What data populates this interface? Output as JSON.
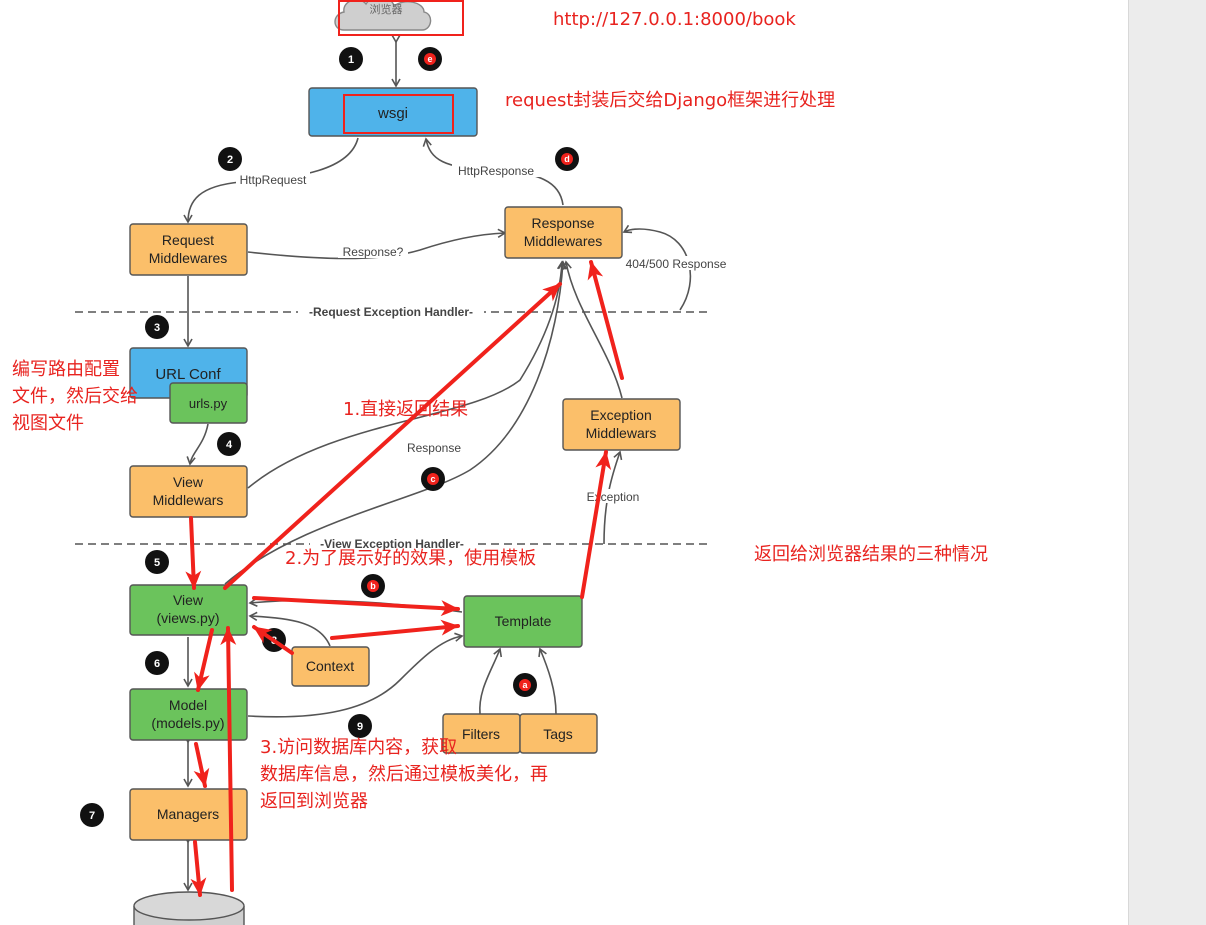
{
  "colors": {
    "orange": "#fbbf6a",
    "blue": "#4fb3ea",
    "green": "#6bc35c",
    "red": "#f0221c",
    "dark": "#111111"
  },
  "nodes": {
    "browser": "浏览器",
    "wsgi": "wsgi",
    "request_middlewares": [
      "Request",
      "Middlewares"
    ],
    "response_middlewares": [
      "Response",
      "Middlewares"
    ],
    "url_conf": "URL Conf",
    "urls_py": "urls.py",
    "view_middlewares": [
      "View",
      "Middlewars"
    ],
    "exception_middlewares": [
      "Exception",
      "Middlewars"
    ],
    "view": [
      "View",
      "(views.py)"
    ],
    "template": "Template",
    "context": "Context",
    "model": [
      "Model",
      "(models.py)"
    ],
    "filters": "Filters",
    "tags": "Tags",
    "managers": "Managers"
  },
  "edge_labels": {
    "http_request": "HttpRequest",
    "http_response": "HttpResponse",
    "response_q": "Response?",
    "response_404_500": "404/500 Response",
    "response": "Response",
    "exception": "Exception"
  },
  "dividers": {
    "request_exception": "-Request Exception Handler-",
    "view_exception": "-View Exception Handler-"
  },
  "steps": {
    "s1": "1",
    "s2": "2",
    "s3": "3",
    "s4": "4",
    "s5": "5",
    "s6": "6",
    "s7": "7",
    "s8": "8",
    "s9": "9",
    "sa": "a",
    "sb": "b",
    "sc": "c",
    "sd": "d",
    "se": "e"
  },
  "annotations": {
    "url": "http://127.0.0.1:8000/book",
    "wsgi_note": "request封装后交给Django框架进行处理",
    "route_note": [
      "编写路由配置",
      "文件，然后交给",
      "视图文件"
    ],
    "direct_return": "1.直接返回结果",
    "use_template": "2.为了展示好的效果，使用模板",
    "three_cases": "返回给浏览器结果的三种情况",
    "db_note": [
      "3.访问数据库内容，获取",
      "数据库信息，然后通过模板美化，再",
      "返回到浏览器"
    ]
  }
}
